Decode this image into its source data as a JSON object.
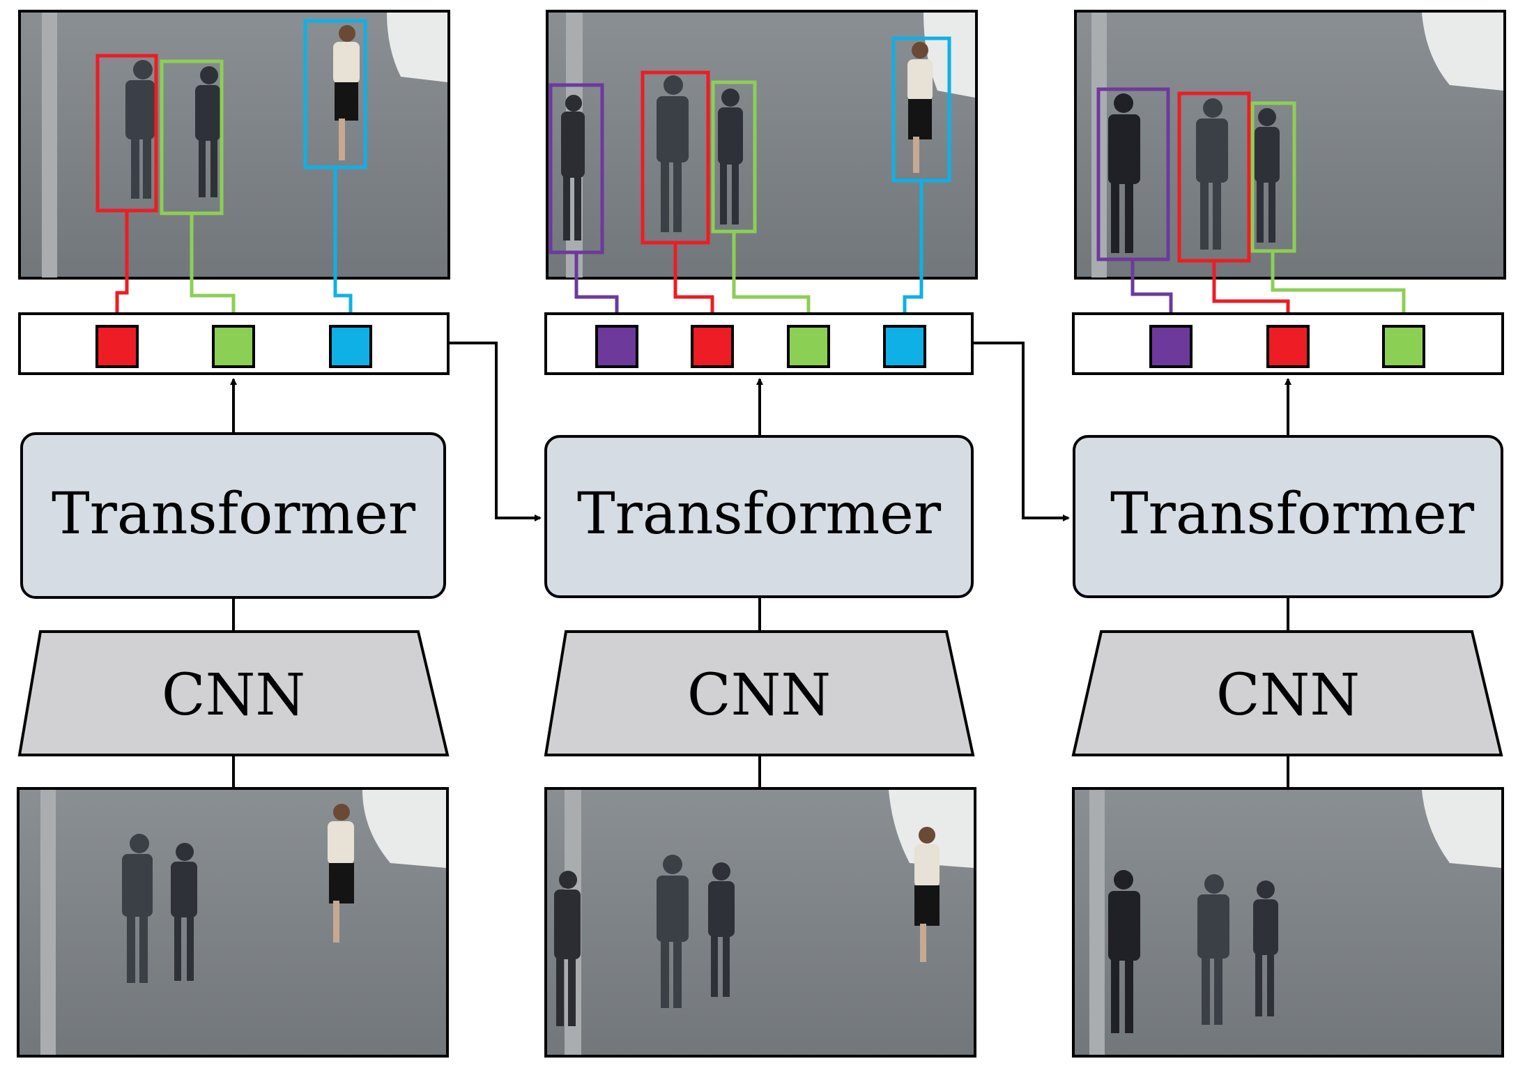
{
  "colors": {
    "red": "#ee1c24",
    "green": "#8ccf55",
    "blue": "#0fb0e6",
    "purple": "#6d3a9c",
    "transformer_fill": "#d6dce4",
    "cnn_fill": "#d1d1d3",
    "frame_bg": "#7d8287"
  },
  "columns": [
    {
      "transformer_label": "Transformer",
      "cnn_label": "CNN",
      "queries": [
        "red",
        "green",
        "blue"
      ]
    },
    {
      "transformer_label": "Transformer",
      "cnn_label": "CNN",
      "queries": [
        "purple",
        "red",
        "green",
        "blue"
      ]
    },
    {
      "transformer_label": "Transformer",
      "cnn_label": "CNN",
      "queries": [
        "purple",
        "red",
        "green"
      ]
    }
  ]
}
